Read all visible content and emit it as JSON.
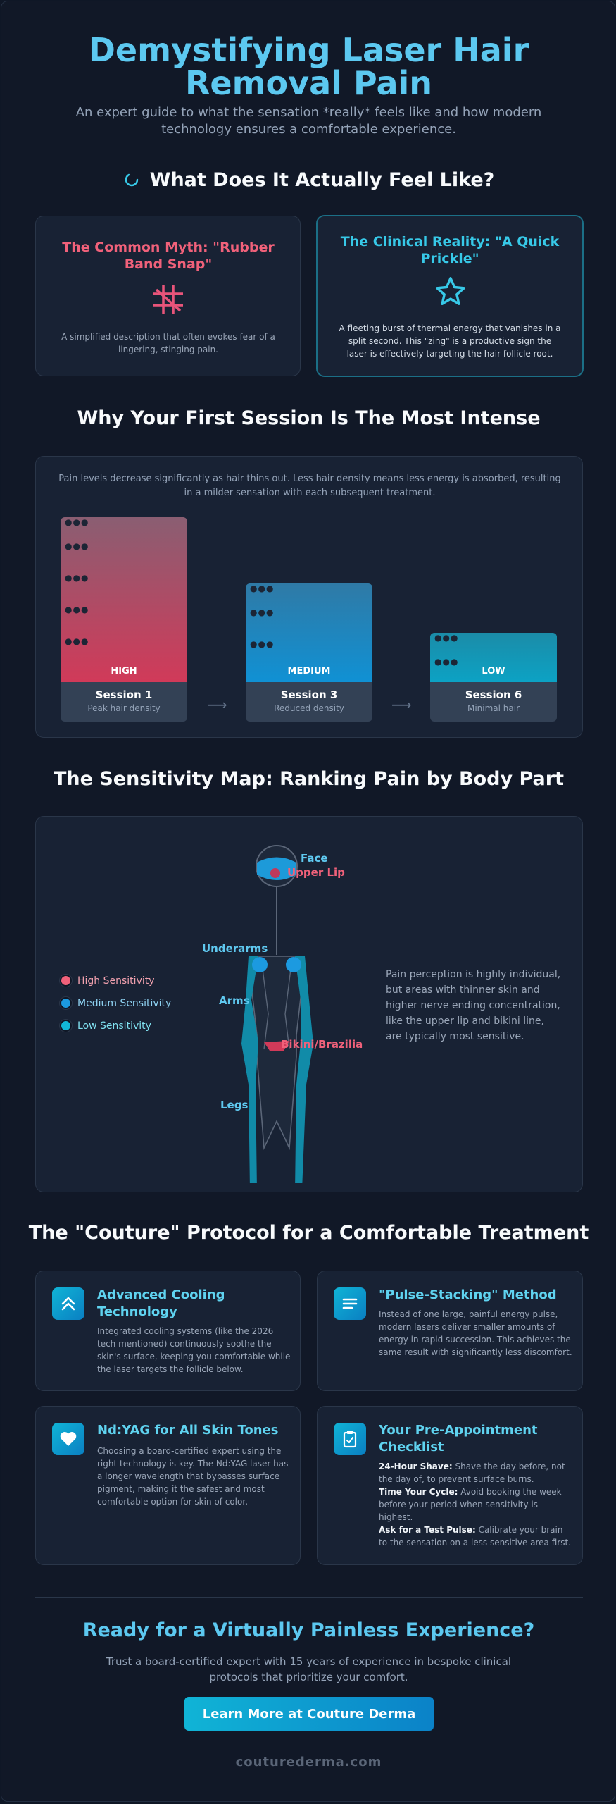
{
  "header": {
    "title_line1": "Demystifying Laser Hair",
    "title_line2": "Removal Pain",
    "subtitle": "An expert guide to what the sensation *really* feels like and how modern technology ensures a comfortable experience."
  },
  "feel": {
    "heading": "What Does It Actually Feel Like?",
    "myth": {
      "title": "The Common Myth: \"Rubber Band Snap\"",
      "description": "A simplified description that often evokes fear of a lingering, stinging pain."
    },
    "reality": {
      "title": "The Clinical Reality: \"A Quick Prickle\"",
      "description": "A fleeting burst of thermal energy that vanishes in a split second. This \"zing\" is a productive sign the laser is effectively targeting the hair follicle root."
    }
  },
  "sessions": {
    "heading": "Why Your First Session Is The Most Intense",
    "intro": "Pain levels decrease significantly as hair thins out. Less hair density means less energy is absorbed, resulting in a milder sensation with each subsequent treatment.",
    "bars": [
      {
        "level": "HIGH",
        "session": "Session 1",
        "density": "Peak hair density",
        "value": 1.0,
        "colors": [
          "#8a5e72",
          "#d13a59"
        ]
      },
      {
        "level": "MEDIUM",
        "session": "Session 3",
        "density": "Reduced density",
        "value": 0.6,
        "colors": [
          "#2f7aa6",
          "#1091d4"
        ]
      },
      {
        "level": "LOW",
        "session": "Session 6",
        "density": "Minimal hair",
        "value": 0.3,
        "colors": [
          "#1b8ca8",
          "#0ca2c4"
        ]
      }
    ]
  },
  "map": {
    "heading": "The Sensitivity Map: Ranking Pain by Body Part",
    "legend": [
      {
        "label": "High Sensitivity",
        "color": "#f0617a"
      },
      {
        "label": "Medium Sensitivity",
        "color": "#1c9ae0"
      },
      {
        "label": "Low Sensitivity",
        "color": "#12b8d8"
      }
    ],
    "labels": {
      "face": "Face",
      "upper_lip": "Upper Lip",
      "underarms": "Underarms",
      "arms": "Arms",
      "bikini": "Bikini/Brazilian",
      "legs": "Legs"
    },
    "note": "Pain perception is highly individual, but areas with thinner skin and higher nerve ending concentration, like the upper lip and bikini line, are typically most sensitive."
  },
  "protocol": {
    "heading": "The \"Couture\" Protocol for a Comfortable Treatment",
    "cards": [
      {
        "icon": "double-chevron-up-icon",
        "title": "Advanced Cooling Technology",
        "body": "Integrated cooling systems (like the 2026 tech mentioned) continuously soothe the skin's surface, keeping you comfortable while the laser targets the follicle below."
      },
      {
        "icon": "stacked-lines-icon",
        "title": "\"Pulse-Stacking\" Method",
        "body": "Instead of one large, painful energy pulse, modern lasers deliver smaller amounts of energy in rapid succession. This achieves the same result with significantly less discomfort."
      },
      {
        "icon": "heart-icon",
        "title": "Nd:YAG for All Skin Tones",
        "body": "Choosing a board-certified expert using the right technology is key. The Nd:YAG laser has a longer wavelength that bypasses surface pigment, making it the safest and most comfortable option for skin of color."
      },
      {
        "icon": "clipboard-check-icon",
        "title": "Your Pre-Appointment Checklist",
        "items": [
          {
            "label": "24-Hour Shave:",
            "text": "Shave the day before, not the day of, to prevent surface burns."
          },
          {
            "label": "Time Your Cycle:",
            "text": "Avoid booking the week before your period when sensitivity is highest."
          },
          {
            "label": "Ask for a Test Pulse:",
            "text": "Calibrate your brain to the sensation on a less sensitive area first."
          }
        ]
      }
    ]
  },
  "cta": {
    "heading": "Ready for a Virtually Painless Experience?",
    "subtitle": "Trust a board-certified expert with 15 years of experience in bespoke clinical protocols that prioritize your comfort.",
    "button": "Learn More at Couture Derma"
  },
  "footer": {
    "site": "couturederma.com"
  },
  "colors": {
    "accent": "#5cc8f0",
    "high": "#f0617a",
    "medium": "#1c9ae0",
    "low": "#12b8d8"
  }
}
